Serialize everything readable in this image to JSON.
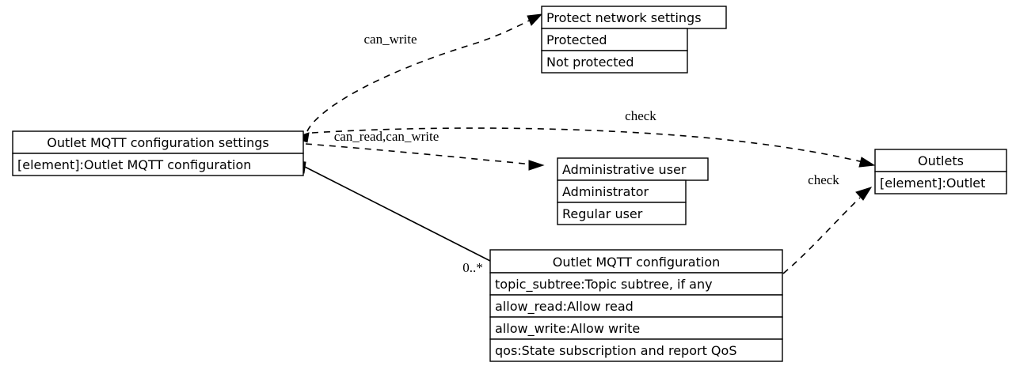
{
  "diagram": {
    "type": "uml-class-relationship-diagram",
    "background": "#ffffff",
    "line_color": "#000000",
    "classes": [
      {
        "id": "outlet-mqtt-configuration-settings",
        "title": "Outlet MQTT configuration settings",
        "rows": [
          "[element]:Outlet MQTT configuration"
        ]
      },
      {
        "id": "protect-network-settings",
        "title": "Protect network settings",
        "rows": [
          "Protected",
          "Not protected"
        ]
      },
      {
        "id": "administrative-user",
        "title": "Administrative user",
        "rows": [
          "Administrator",
          "Regular user"
        ]
      },
      {
        "id": "outlet-mqtt-configuration",
        "title": "Outlet MQTT configuration",
        "rows": [
          "topic_subtree:Topic subtree, if any",
          "allow_read:Allow read",
          "allow_write:Allow write",
          "qos:State subscription and report QoS"
        ]
      },
      {
        "id": "outlets",
        "title": "Outlets",
        "rows": [
          "[element]:Outlet"
        ]
      }
    ],
    "edges": [
      {
        "id": "settings-to-protect-network-settings",
        "label": "can_write",
        "style": "dashed",
        "from": "outlet-mqtt-configuration-settings",
        "to": "protect-network-settings",
        "head": "open-arrow"
      },
      {
        "id": "settings-to-administrative-user",
        "label": "can_read,can_write",
        "style": "dashed",
        "from": "outlet-mqtt-configuration-settings",
        "to": "administrative-user",
        "head": "open-arrow"
      },
      {
        "id": "settings-to-outlets",
        "label": "check",
        "style": "dashed",
        "from": "outlet-mqtt-configuration-settings",
        "to": "outlets",
        "head": "open-arrow"
      },
      {
        "id": "outlets-to-settings",
        "label": "",
        "style": "dashed",
        "from": "outlets",
        "to": "outlet-mqtt-configuration-settings",
        "head": "open-arrow"
      },
      {
        "id": "configuration-to-outlets",
        "label": "check",
        "style": "dashed",
        "from": "outlet-mqtt-configuration",
        "to": "outlets",
        "head": "open-arrow"
      },
      {
        "id": "settings-composition-configuration",
        "label": "0..*",
        "style": "solid",
        "from": "outlet-mqtt-configuration-settings",
        "to": "outlet-mqtt-configuration",
        "head": "filled-diamond"
      }
    ]
  }
}
